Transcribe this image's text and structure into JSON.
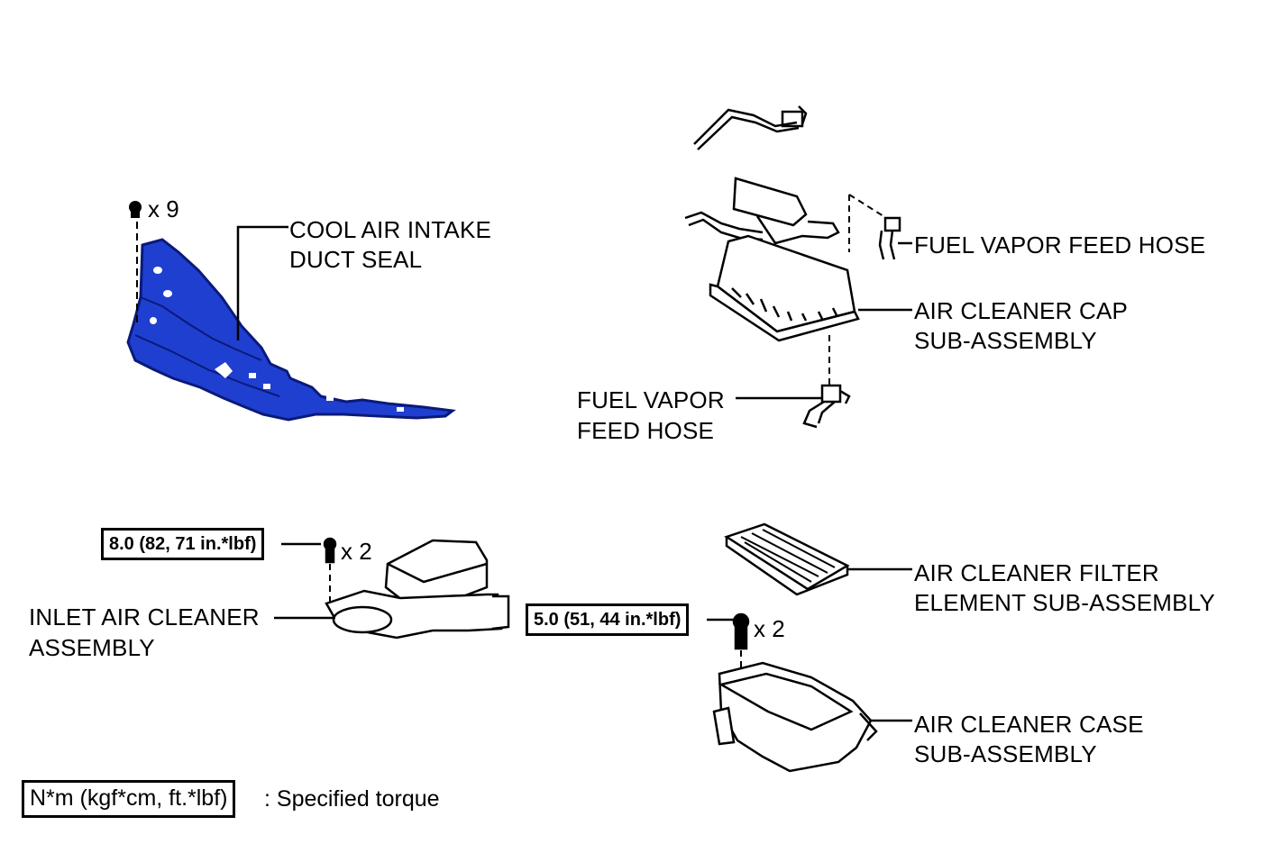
{
  "parts": {
    "cool_air_intake_duct_seal": {
      "line1": "COOL AIR INTAKE",
      "line2": "DUCT SEAL",
      "qty": "x 9"
    },
    "fuel_vapor_feed_hose_upper": {
      "line1": "FUEL VAPOR FEED HOSE"
    },
    "air_cleaner_cap": {
      "line1": "AIR CLEANER CAP",
      "line2": "SUB-ASSEMBLY"
    },
    "fuel_vapor_feed_hose_lower": {
      "line1": "FUEL VAPOR",
      "line2": "FEED HOSE"
    },
    "inlet_air_cleaner": {
      "line1": "INLET AIR CLEANER",
      "line2": "ASSEMBLY",
      "qty": "x 2",
      "torque": "8.0 (82, 71 in.*lbf)"
    },
    "air_cleaner_filter": {
      "line1": "AIR CLEANER FILTER",
      "line2": "ELEMENT SUB-ASSEMBLY"
    },
    "air_cleaner_case": {
      "line1": "AIR CLEANER CASE",
      "line2": "SUB-ASSEMBLY",
      "qty": "x 2",
      "torque": "5.0 (51, 44 in.*lbf)"
    }
  },
  "legend": {
    "box": "N*m (kgf*cm, ft.*lbf)",
    "text": ": Specified torque"
  },
  "colors": {
    "duct_seal_fill": "#1f3fd0",
    "duct_seal_outline": "#0a1a7a",
    "line": "#000000"
  }
}
